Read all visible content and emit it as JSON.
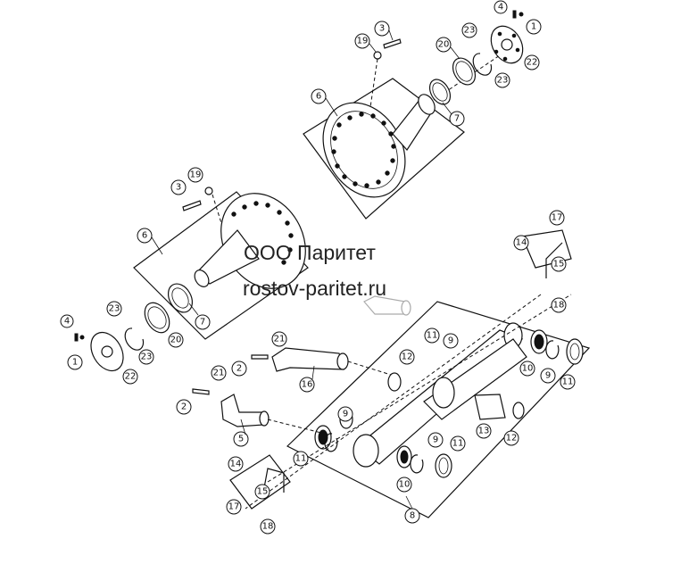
{
  "watermark": {
    "company": "ООО Паритет",
    "website": "rostov-paritet.ru"
  },
  "callouts": [
    "1",
    "2",
    "3",
    "4",
    "5",
    "6",
    "7",
    "8",
    "9",
    "10",
    "11",
    "12",
    "13",
    "14",
    "15",
    "16",
    "17",
    "18",
    "19",
    "20",
    "21",
    "22",
    "23"
  ]
}
